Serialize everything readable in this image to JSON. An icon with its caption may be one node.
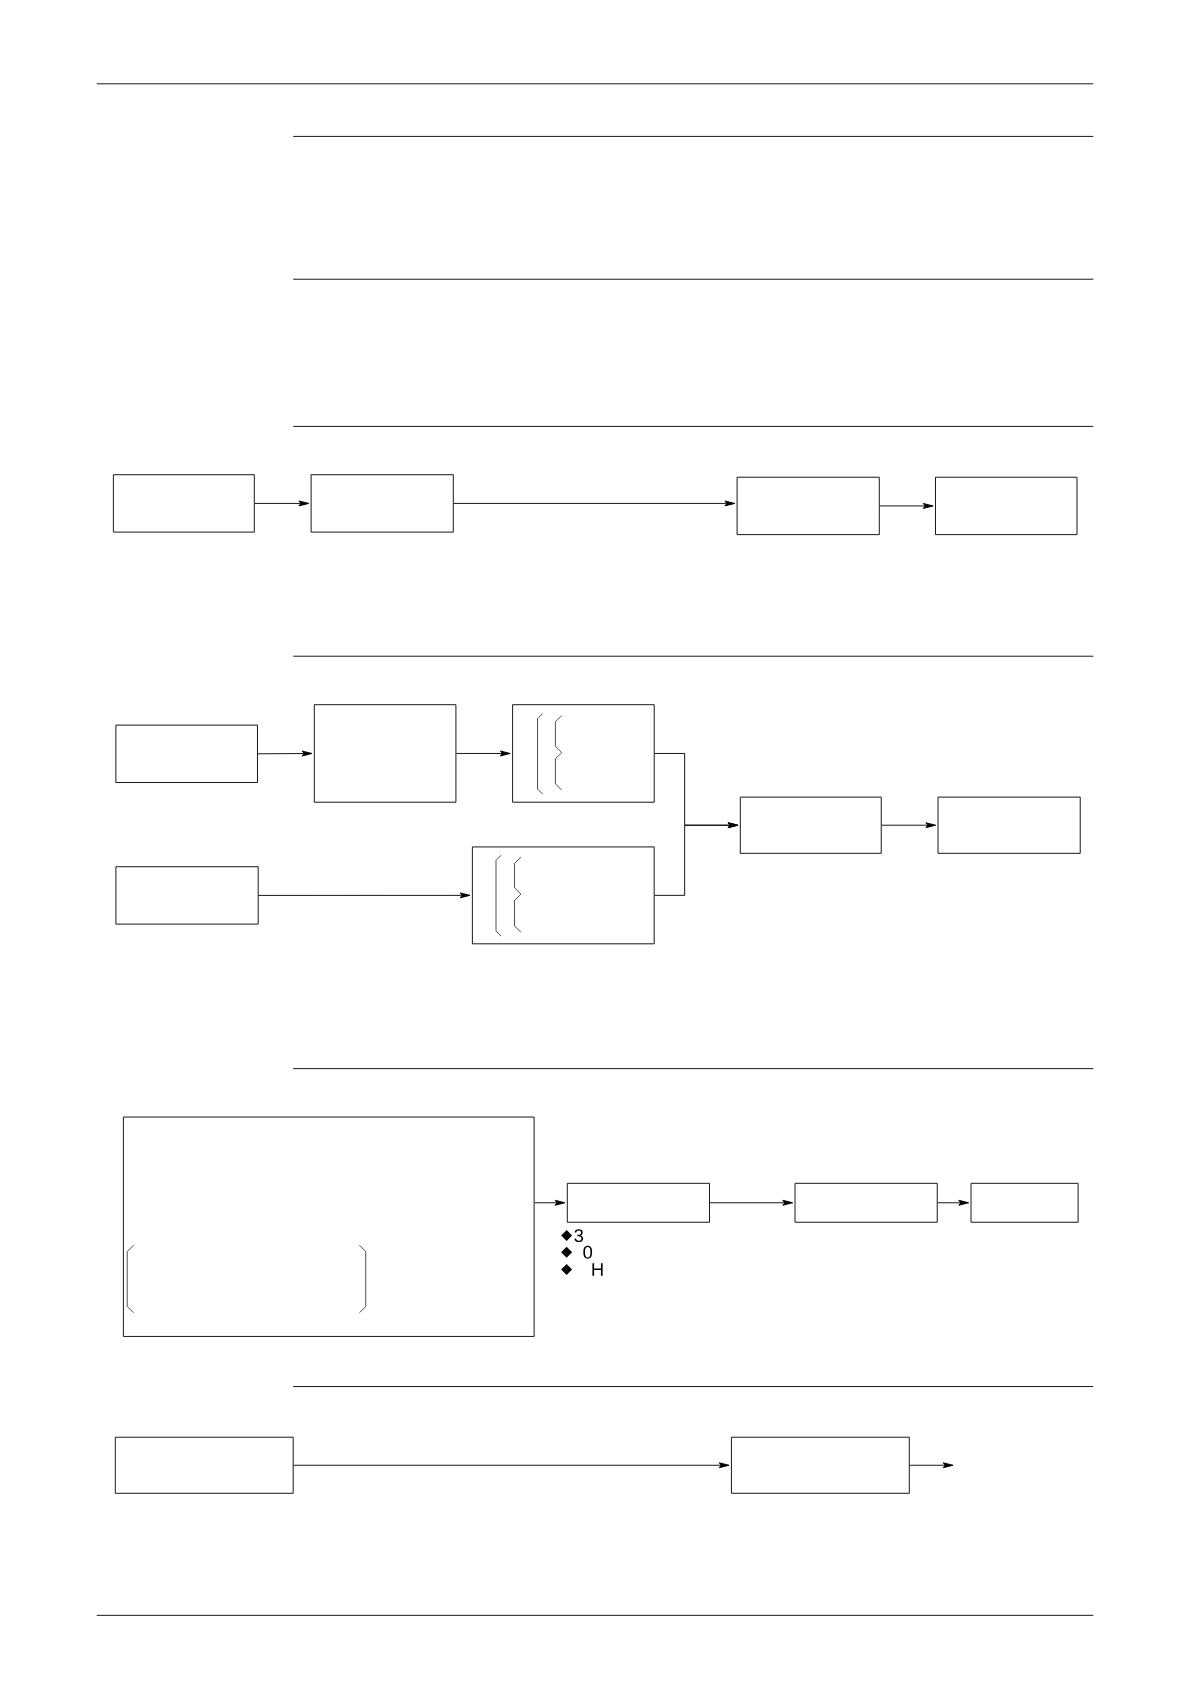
{
  "diagram": {
    "nodes": [
      {
        "text": [],
        "shape": "box"
      },
      {
        "text": [],
        "shape": "box"
      },
      {
        "text": [],
        "shape": "box"
      },
      {
        "text": [],
        "shape": "box"
      },
      {
        "text": [],
        "shape": "box"
      },
      {
        "text": [],
        "shape": "box"
      },
      {
        "text": [],
        "shape": "box"
      },
      {
        "text": [],
        "shape": "box"
      },
      {
        "text": [],
        "shape": "box"
      },
      {
        "text": [],
        "shape": "box"
      },
      {
        "text": [],
        "shape": "box"
      },
      {
        "text": [],
        "shape": "box"
      },
      {
        "text": [],
        "shape": "box"
      },
      {
        "text": [],
        "shape": "box"
      },
      {
        "text": [],
        "shape": "box"
      },
      {
        "text": [],
        "shape": "box"
      },
      {
        "text": [],
        "shape": "box"
      }
    ],
    "edges": [
      {
        "from": 0,
        "to": 1,
        "arrow": "to"
      },
      {
        "from": 1,
        "to": 2,
        "arrow": "to"
      },
      {
        "from": 2,
        "to": 3,
        "arrow": "to"
      },
      {
        "from": 4,
        "to": 5,
        "arrow": "to"
      },
      {
        "from": 5,
        "to": 6,
        "arrow": "to"
      },
      {
        "from": 6,
        "to": 9,
        "arrow": "to"
      },
      {
        "from": 7,
        "to": 8,
        "arrow": "to"
      },
      {
        "from": 8,
        "to": 9,
        "arrow": "to"
      },
      {
        "from": 9,
        "to": 10,
        "arrow": "to"
      },
      {
        "from": 11,
        "to": 12,
        "arrow": "to"
      },
      {
        "from": 12,
        "to": 13,
        "arrow": "to"
      },
      {
        "from": 13,
        "to": 14,
        "arrow": "to"
      },
      {
        "from": 15,
        "to": 16,
        "arrow": "to"
      },
      {
        "from": 16,
        "to": null,
        "arrow": "to"
      }
    ],
    "labels": [
      "3",
      "0",
      "H"
    ]
  }
}
